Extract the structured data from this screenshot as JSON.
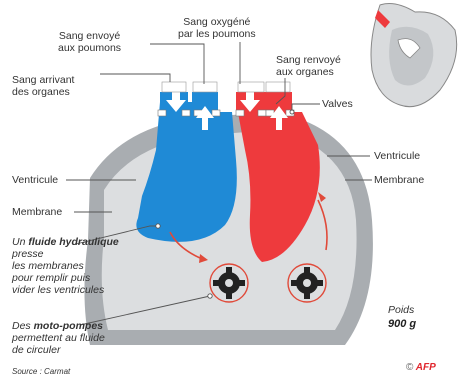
{
  "labels": {
    "sang_envoye_poumons": [
      "Sang envoyé",
      "aux poumons"
    ],
    "sang_oxygene": [
      "Sang oxygéné",
      "par les poumons"
    ],
    "sang_renvoye": [
      "Sang renvoyé",
      "aux organes"
    ],
    "sang_arrivant": [
      "Sang arrivant",
      "des organes"
    ],
    "valves": "Valves",
    "ventricule_left": "Ventricule",
    "ventricule_right": "Ventricule",
    "membrane_right": "Membrane",
    "membrane_left": "Membrane"
  },
  "fluid_note": {
    "intro": "Un ",
    "bold": "fluide hydraulique",
    "rest_lines": [
      "presse",
      "les membranes",
      "pour remplir puis",
      "vider les ventricules"
    ]
  },
  "pump_note": {
    "intro": "Des ",
    "bold": "moto-pompes",
    "rest_lines": [
      "permettent au fluide",
      "de circuler"
    ]
  },
  "weight": {
    "label": "Poids",
    "value": "900 g"
  },
  "source": "Source : Carmat",
  "logo": {
    "symbol": "©",
    "text": "AFP"
  },
  "colors": {
    "venous_blue": "#1f8ad6",
    "arterial_red": "#ee3a3d",
    "housing_gray": "#a9adb1",
    "inner_gray": "#dcdee0",
    "rotor_dark": "#222222"
  }
}
